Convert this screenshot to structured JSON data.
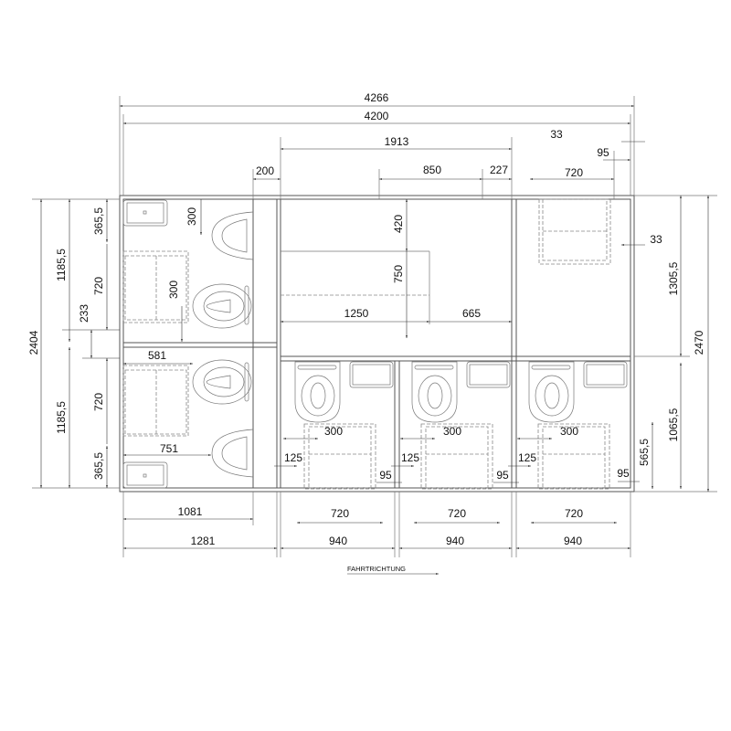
{
  "drawing": {
    "direction_label": "FAHRTRICHTUNG",
    "top": {
      "overall": "4266",
      "inner": "4200",
      "middle_room": "1913",
      "right_offset": "33",
      "right_gap": "95",
      "wall": "200",
      "door": "850",
      "door_offset": "227",
      "right_box": "720"
    },
    "middle_room": {
      "depth_top": "420",
      "depth_box": "750",
      "width_left": "1250",
      "width_right": "665",
      "right_offset": "33"
    },
    "right": {
      "upper": "1305,5",
      "total": "2470",
      "lower": "1065,5",
      "box": "565,5"
    },
    "left": {
      "total": "2404",
      "upper_half": "1185,5",
      "lower_half": "1185,5",
      "sink_upper": "365,5",
      "box_upper": "720",
      "gap": "233",
      "box_lower": "720",
      "sink_lower": "365,5",
      "urinal_offset": "300",
      "toilet_offset": "300",
      "box_width": "581",
      "urinal_width": "751"
    },
    "bottom": {
      "left_inner": "1081",
      "left_outer": "1281",
      "cells": [
        {
          "center": "300",
          "side": "125",
          "gap": "95",
          "box": "720",
          "width": "940"
        },
        {
          "center": "300",
          "side": "125",
          "gap": "95",
          "box": "720",
          "width": "940"
        },
        {
          "center": "300",
          "side": "125",
          "gap": "95",
          "box": "720",
          "width": "940"
        }
      ]
    }
  }
}
